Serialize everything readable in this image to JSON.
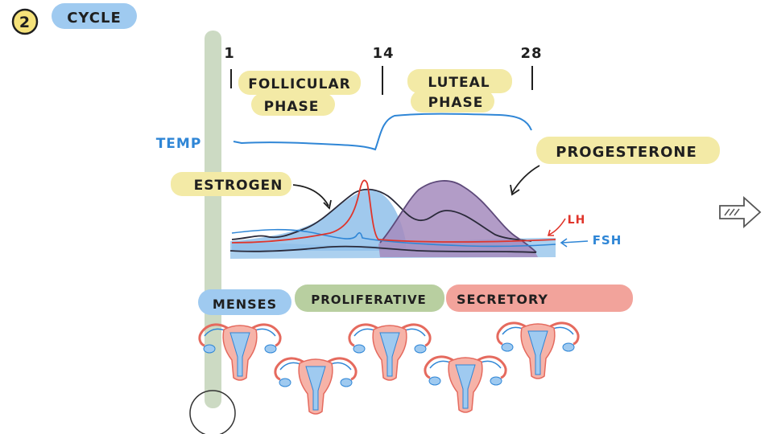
{
  "header": {
    "number": "2",
    "title": "CYCLE"
  },
  "days": {
    "start": "1",
    "mid": "14",
    "end": "28"
  },
  "phases": {
    "follicular_line1": "FOLLICULAR",
    "follicular_line2": "PHASE",
    "luteal_line1": "LUTEAL",
    "luteal_line2": "PHASE"
  },
  "labels": {
    "temp": "TEMP",
    "estrogen": "ESTROGEN",
    "progesterone": "PROGESTERONE",
    "lh": "LH",
    "fsh": "FSH"
  },
  "uterine_phases": {
    "menses": "MENSES",
    "proliferative": "PROLIFERATIVE",
    "secretory": "SECRETORY"
  },
  "colors": {
    "highlight_yellow": "#f3eaa6",
    "highlight_blue": "#9fcaf0",
    "highlight_green": "#b8cfa0",
    "highlight_red": "#f2a39b",
    "temp_line": "#2f86d6",
    "estrogen_fill": "#8fc0ea",
    "progesterone_fill": "#a58bbd",
    "lh_line": "#e0352b",
    "fsh_line": "#2f86d6",
    "timeline_bar": "#c6d6bc",
    "ink": "#1f1f1f"
  },
  "icons": {
    "next": "next-arrow-icon",
    "uterus": "uterus-icon",
    "cursor": "cursor-circle-icon"
  }
}
